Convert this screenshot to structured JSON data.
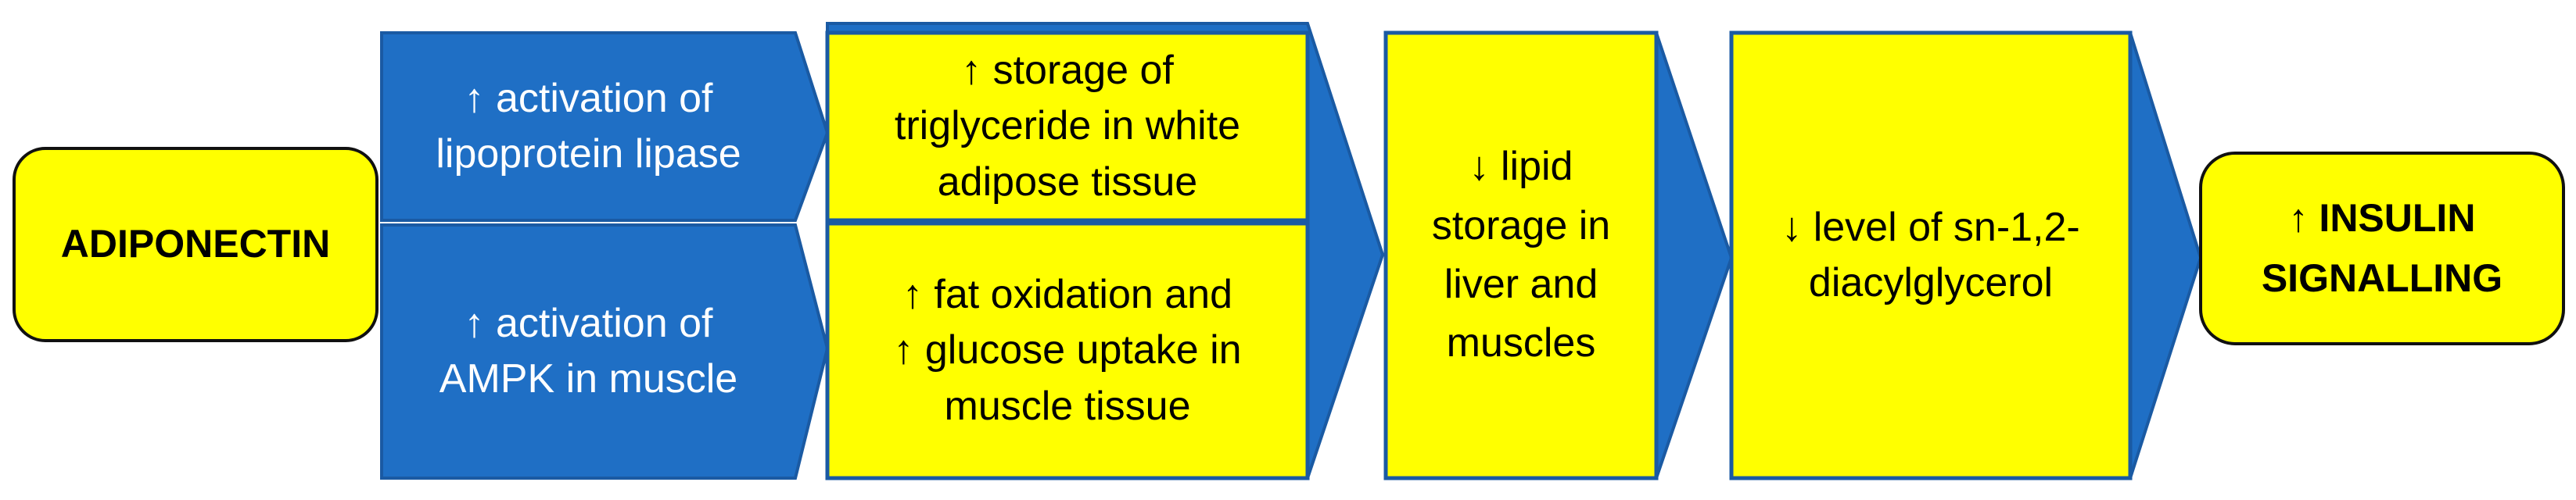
{
  "colors": {
    "blue": "#1f6fc5",
    "blue_border": "#1a5aa3",
    "yellow": "#ffff00",
    "outline": "#1a5aa3"
  },
  "nodes": {
    "adiponectin": "ADIPONECTIN",
    "lipoprotein_lipase": "↑ activation of\nlipoprotein lipase",
    "ampk": "↑ activation of\nAMPK in muscle",
    "triglyceride_storage": "↑ storage of\ntriglyceride in white\nadipose tissue",
    "fat_oxidation": "↑ fat oxidation and\n↑ glucose uptake in\nmuscle tissue",
    "lipid_storage": "↓ lipid\nstorage in\nliver and\nmuscles",
    "diacylglycerol": "↓ level of sn-1,2-\ndiacylglycerol",
    "insulin_signalling": "↑ INSULIN\nSIGNALLING"
  }
}
